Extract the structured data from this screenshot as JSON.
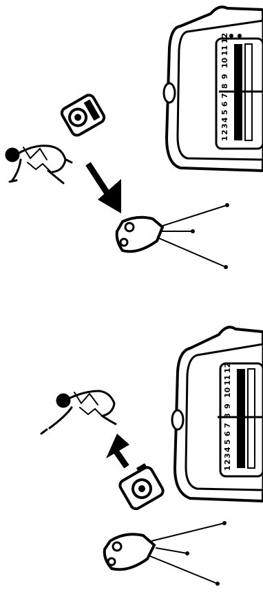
{
  "dial_numbers": [
    "1",
    "2",
    "3",
    "4",
    "5",
    "6",
    "7",
    "8",
    "9",
    "10",
    "11",
    "12"
  ],
  "panels": [
    {
      "id": "top",
      "arrow_direction": "toward antenna"
    },
    {
      "id": "bottom",
      "arrow_direction": "toward person"
    }
  ]
}
